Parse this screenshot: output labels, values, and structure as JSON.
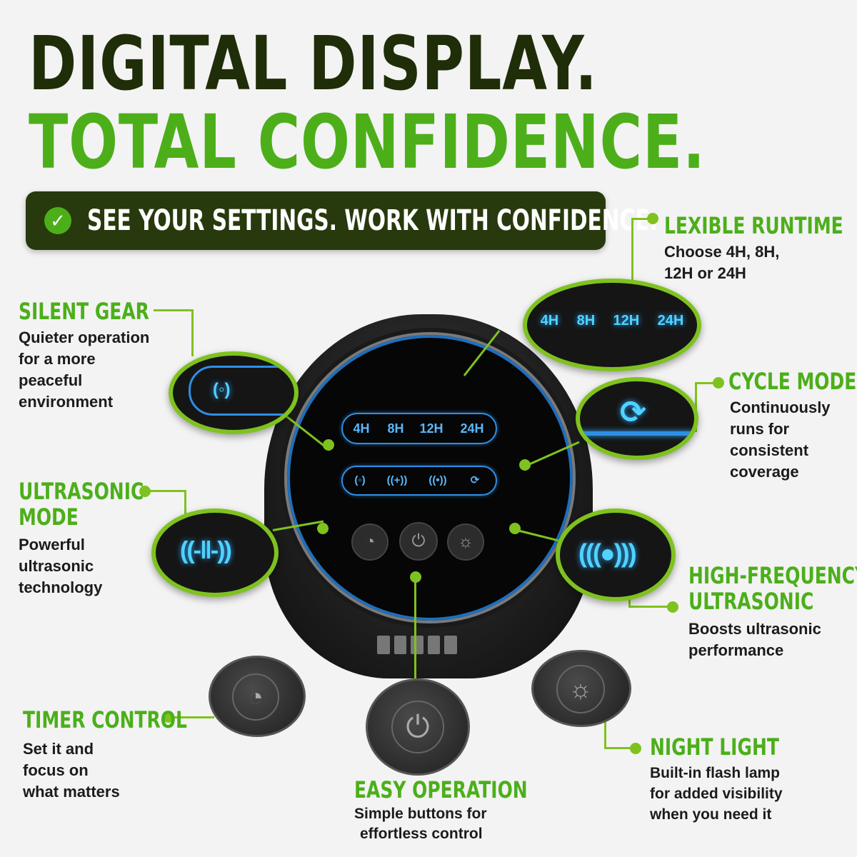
{
  "headline": {
    "line1": "DIGITAL DISPLAY.",
    "line2": "TOTAL CONFIDENCE."
  },
  "banner": {
    "text": "SEE YOUR SETTINGS. WORK WITH CONFIDENCE."
  },
  "panel": {
    "timers": [
      "4H",
      "8H",
      "12H",
      "24H"
    ],
    "mode_icons": [
      "silent-gear-icon",
      "ultrasonic-icon",
      "high-frequency-icon",
      "cycle-icon"
    ],
    "buttons": [
      "timer-icon",
      "power-icon",
      "light-icon"
    ]
  },
  "features": {
    "flexible_runtime": {
      "title": "LEXIBLE RUNTIME",
      "desc1": "Choose 4H, 8H,",
      "desc2": "12H or 24H"
    },
    "silent_gear": {
      "title": "SILENT GEAR",
      "desc": [
        "Quieter operation",
        "for a more",
        "peaceful",
        "environment"
      ]
    },
    "cycle_mode": {
      "title": "CYCLE MODE",
      "desc": [
        "Continuously",
        "runs for",
        "consistent",
        "coverage"
      ]
    },
    "ultrasonic_mode": {
      "title1": "ULTRASONIC",
      "title2": "MODE",
      "desc": [
        "Powerful",
        "ultrasonic",
        "technology"
      ]
    },
    "high_frequency": {
      "title1": "HIGH-FREQUENCY",
      "title2": "ULTRASONIC",
      "desc": [
        "Boosts ultrasonic",
        "performance"
      ]
    },
    "timer_control": {
      "title": "TIMER CONTROL",
      "desc": [
        "Set it and",
        "focus on",
        "what matters"
      ]
    },
    "easy_operation": {
      "title": "EASY OPERATION",
      "desc": [
        "Simple buttons for",
        "effortless control"
      ]
    },
    "night_light": {
      "title": "NIGHT LIGHT",
      "desc": [
        "Built-in flash lamp",
        "for added visibility",
        "when you need it"
      ]
    }
  },
  "colors": {
    "accent_green": "#4caf1a",
    "dark_green": "#283a0d",
    "glow_blue": "#4fd3ff"
  }
}
